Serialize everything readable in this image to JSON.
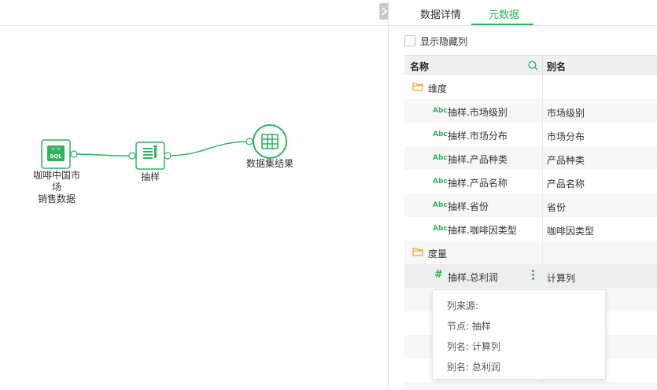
{
  "canvas": {
    "nodes": [
      {
        "label_line1": "咖啡中国市场",
        "label_line2": "销售数据",
        "icon": "sql-icon"
      },
      {
        "label": "抽样",
        "icon": "sample-icon"
      },
      {
        "label": "数据集结果",
        "icon": "table-grid-icon"
      }
    ],
    "sql_text": "SQL"
  },
  "tabs": [
    {
      "label": "数据详情",
      "active": false
    },
    {
      "label": "元数据",
      "active": true
    }
  ],
  "show_hidden": {
    "label": "显示隐藏列",
    "checked": false
  },
  "table": {
    "headers": {
      "name": "名称",
      "alias": "别名"
    },
    "groups": [
      {
        "label": "维度",
        "icon": "folder-icon",
        "rows": [
          {
            "type": "Abc",
            "name": "抽样.市场级别",
            "alias": "市场级别"
          },
          {
            "type": "Abc",
            "name": "抽样.市场分布",
            "alias": "市场分布"
          },
          {
            "type": "Abc",
            "name": "抽样.产品种类",
            "alias": "产品种类"
          },
          {
            "type": "Abc",
            "name": "抽样.产品名称",
            "alias": "产品名称"
          },
          {
            "type": "Abc",
            "name": "抽样.省份",
            "alias": "省份"
          },
          {
            "type": "Abc",
            "name": "抽样.咖啡因类型",
            "alias": "咖啡因类型"
          }
        ]
      },
      {
        "label": "度量",
        "icon": "folder-icon",
        "rows": [
          {
            "type": "#",
            "name": "抽样.总利润",
            "alias": "计算列"
          }
        ]
      }
    ]
  },
  "tooltip": {
    "title": "列来源:",
    "node": "节点: 抽样",
    "column": "列名: 计算列",
    "alias": "别名: 总利润"
  },
  "colors": {
    "accent": "#2fb35d",
    "folder": "#f5a623"
  }
}
